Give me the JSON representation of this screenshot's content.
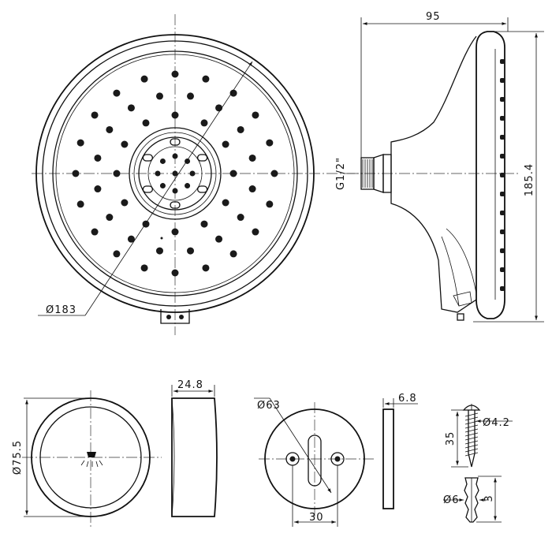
{
  "main_view": {
    "diameter_label": "Ø183"
  },
  "side_view": {
    "width_label": "95",
    "height_label": "185.4",
    "thread_label": "G1/2\""
  },
  "cap_front": {
    "diameter_label": "Ø75.5"
  },
  "cap_side": {
    "width_label": "24.8"
  },
  "plate_front": {
    "diameter_label": "Ø63",
    "hole_spacing_label": "30"
  },
  "plate_side": {
    "thickness_label": "6.8"
  },
  "screw": {
    "length_label": "35",
    "diameter_label": "Ø4.2"
  },
  "anchor": {
    "diameter_label": "Ø6",
    "length_label": "3"
  }
}
